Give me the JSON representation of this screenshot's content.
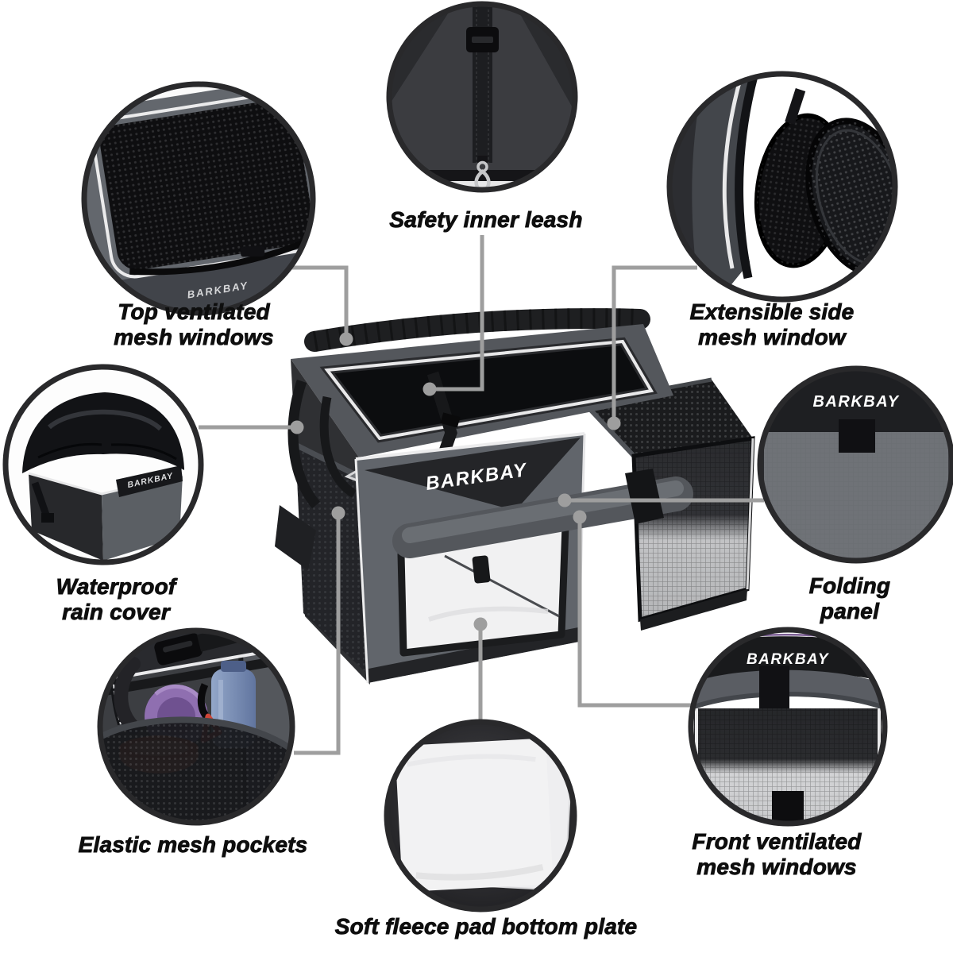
{
  "brand": "BARKBAY",
  "palette": {
    "background": "#ffffff",
    "connector_gray": "#9e9e9e",
    "circle_ring": "#29292b",
    "fabric_gray": "#5f6368",
    "fabric_dark": "#232427",
    "fleece_white": "#f1f1f2",
    "label_black": "#0e0e0e",
    "mesh_black": "#18191b",
    "accent_purple": "#8a6fa3",
    "accent_blue": "#7b90b8",
    "accent_orange": "#e2744b"
  },
  "features": [
    {
      "id": "top-ventilated-mesh-windows",
      "label": "Top ventilated\nmesh windows"
    },
    {
      "id": "safety-inner-leash",
      "label": "Safety inner leash"
    },
    {
      "id": "extensible-side-mesh-window",
      "label": "Extensible side\nmesh window"
    },
    {
      "id": "waterproof-rain-cover",
      "label": "Waterproof\nrain cover"
    },
    {
      "id": "folding-panel",
      "label": "Folding panel"
    },
    {
      "id": "elastic-mesh-pockets",
      "label": "Elastic mesh pockets"
    },
    {
      "id": "front-ventilated-mesh-windows",
      "label": "Front ventilated\nmesh windows"
    },
    {
      "id": "soft-fleece-pad-bottom-plate",
      "label": "Soft fleece pad bottom plate"
    }
  ]
}
